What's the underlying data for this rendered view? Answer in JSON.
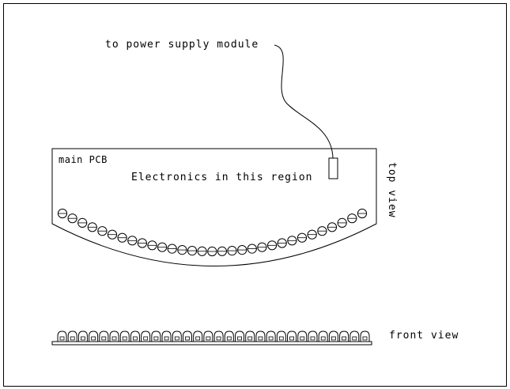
{
  "labels": {
    "power_supply": "to power supply module",
    "main_pcb": "main PCB",
    "electronics_region": "Electronics in this region",
    "top_view": "top view",
    "front_view": "front view"
  },
  "diagram": {
    "top_view_led_count": 31,
    "front_view_led_count": 30
  },
  "colors": {
    "line": "#000000",
    "background": "#ffffff"
  }
}
